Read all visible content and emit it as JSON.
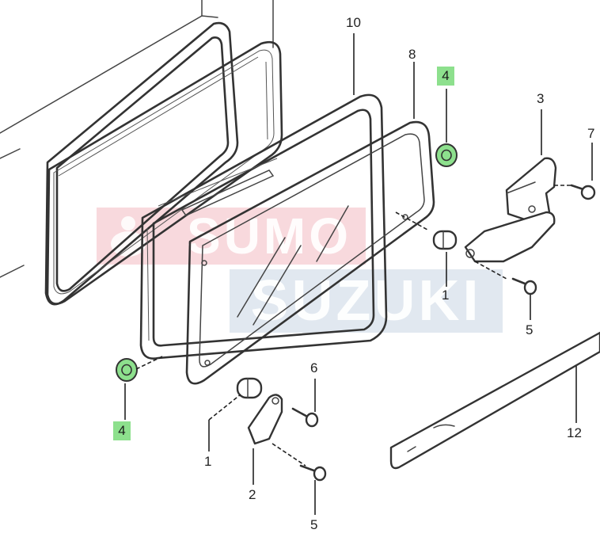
{
  "callouts": {
    "c1a": "1",
    "c1b": "1",
    "c2": "2",
    "c3": "3",
    "c4a": "4",
    "c4b": "4",
    "c5a": "5",
    "c5b": "5",
    "c6": "6",
    "c7": "7",
    "c8": "8",
    "c10": "10",
    "c12": "12"
  },
  "watermark": {
    "brand_top": "SUMO",
    "brand_bottom": "SUZUKI"
  },
  "colors": {
    "highlight": "#8de08d",
    "line": "#333333",
    "watermark_red": "#f0aab4",
    "watermark_blue": "#c8d6e4"
  }
}
